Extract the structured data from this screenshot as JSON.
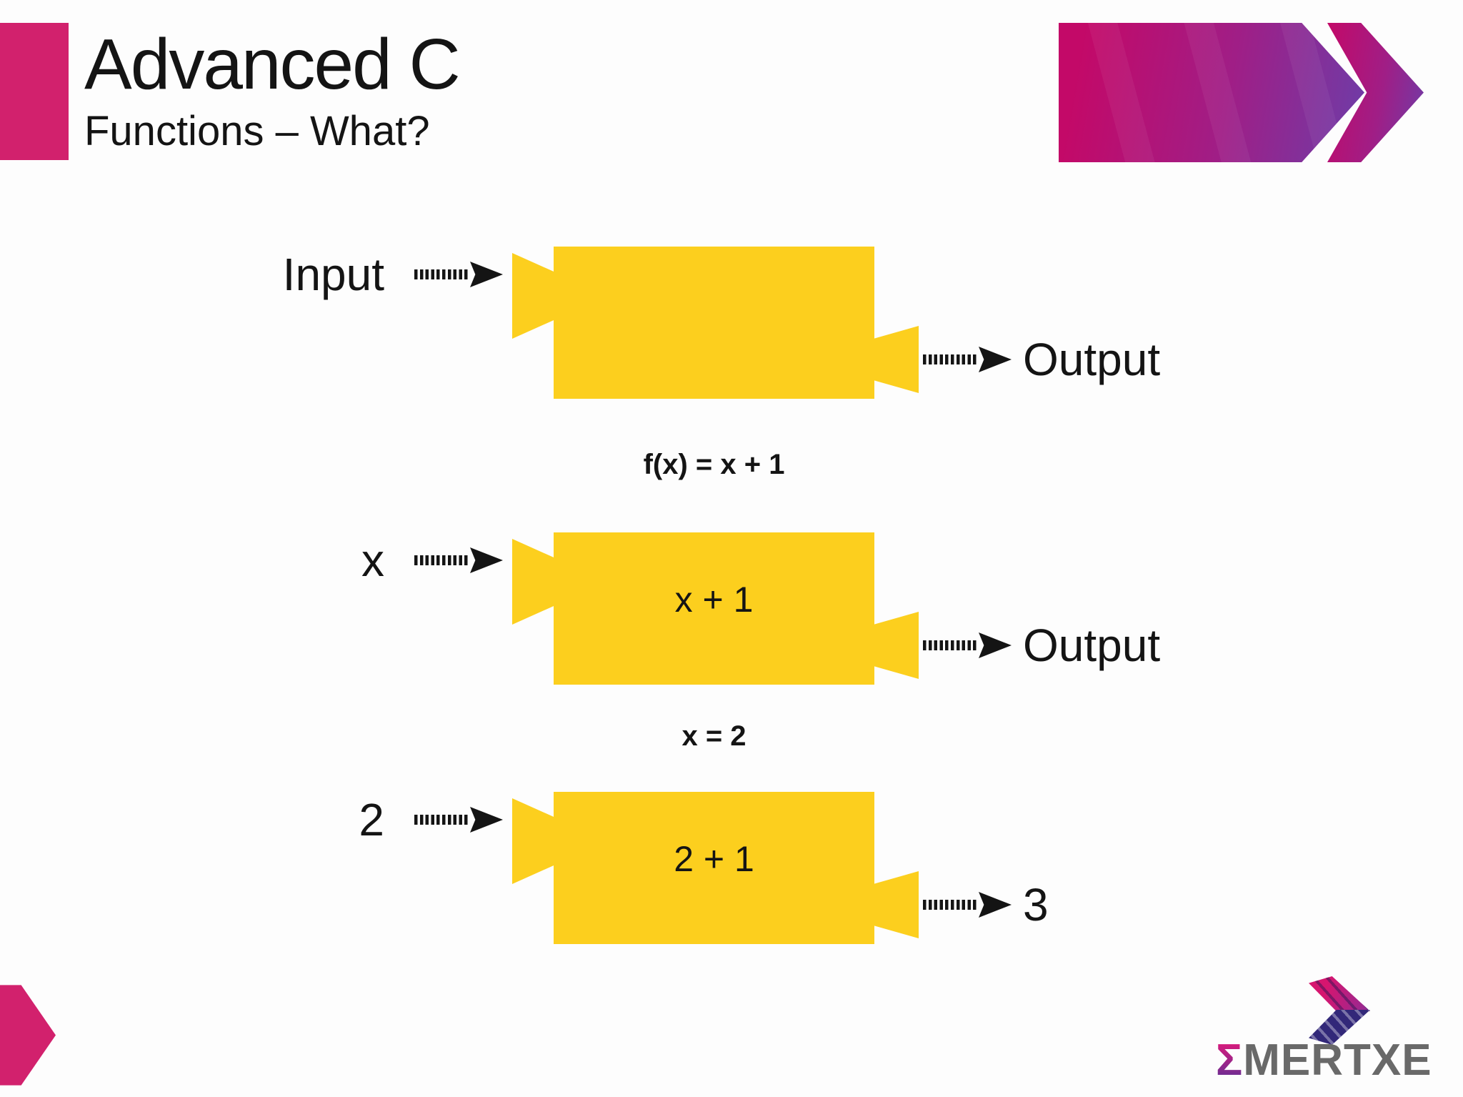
{
  "slide": {
    "title": "Advanced C",
    "subtitle": "Functions – What?"
  },
  "diagrams": [
    {
      "input_label": "Input",
      "box_label": "",
      "output_label": "Output"
    },
    {
      "formula": "f(x) = x + 1",
      "input_label": "x",
      "box_label": "x + 1",
      "output_label": "Output"
    },
    {
      "formula": "x = 2",
      "input_label": "2",
      "box_label": "2 + 1",
      "output_label": "3"
    }
  ],
  "logo": {
    "sigma": "Σ",
    "brand": "MERTXE"
  },
  "colors": {
    "bg": "#FDFDFD",
    "ink": "#141414",
    "yellow": "#FCCF1E",
    "pink": "#D2216D",
    "grad-start": "#C30968",
    "grad-end": "#6D3DA8",
    "navy": "#322879",
    "logo-gray": "#696969"
  }
}
